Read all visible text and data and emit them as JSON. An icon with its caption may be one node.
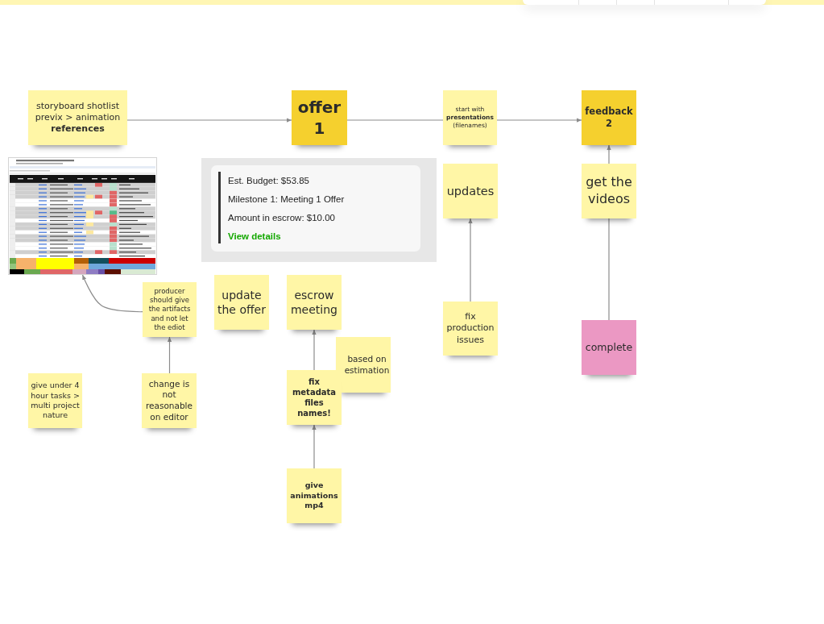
{
  "diagram": {
    "nodes": [
      {
        "text": [
          "storyboard shotlist previx > animation **references**"
        ]
      },
      {
        "text": [
          "offer 1"
        ]
      },
      {
        "text": [
          "start with **presentations** (filenames)"
        ]
      },
      {
        "text": [
          "feedback 2"
        ]
      },
      {
        "text": [],
        "shape": "picture"
      },
      {
        "text": [
          "Est. Budget: $53.85",
          "Milestone 1: Meeting 1 Offer",
          "Amount in escrow: $10.00",
          "View details"
        ]
      },
      {
        "text": [
          "updates"
        ]
      },
      {
        "text": [
          "get the videos"
        ]
      },
      {
        "text": [
          "producer should give the artifacts and not let the ediot"
        ]
      },
      {
        "text": [
          "update the offer"
        ]
      },
      {
        "text": [
          "escrow meeting"
        ]
      },
      {
        "text": [
          "based on estimation"
        ]
      },
      {
        "text": [
          "fix production issues"
        ]
      },
      {
        "text": [
          "complete"
        ]
      },
      {
        "text": [
          "give under 4 hour tasks > multi project nature"
        ]
      },
      {
        "text": [
          "change is not reasonable on editor"
        ]
      },
      {
        "text": [
          "fix metadata files names!"
        ]
      },
      {
        "text": [
          "give animations mp4"
        ]
      }
    ],
    "edges": [
      {
        "from": 0,
        "to": 1,
        "arrow": "to"
      },
      {
        "from": 1,
        "to": 2,
        "arrow": "none"
      },
      {
        "from": 2,
        "to": 3,
        "arrow": "to"
      },
      {
        "from": 7,
        "to": 3,
        "arrow": "to"
      },
      {
        "from": 13,
        "to": 7,
        "arrow": "none"
      },
      {
        "from": 12,
        "to": 6,
        "arrow": "to"
      },
      {
        "from": 8,
        "to": 4,
        "arrow": "to"
      },
      {
        "from": 15,
        "to": 8,
        "arrow": "to"
      },
      {
        "from": 16,
        "to": 10,
        "arrow": "to"
      },
      {
        "from": 17,
        "to": 16,
        "arrow": "to"
      }
    ]
  }
}
